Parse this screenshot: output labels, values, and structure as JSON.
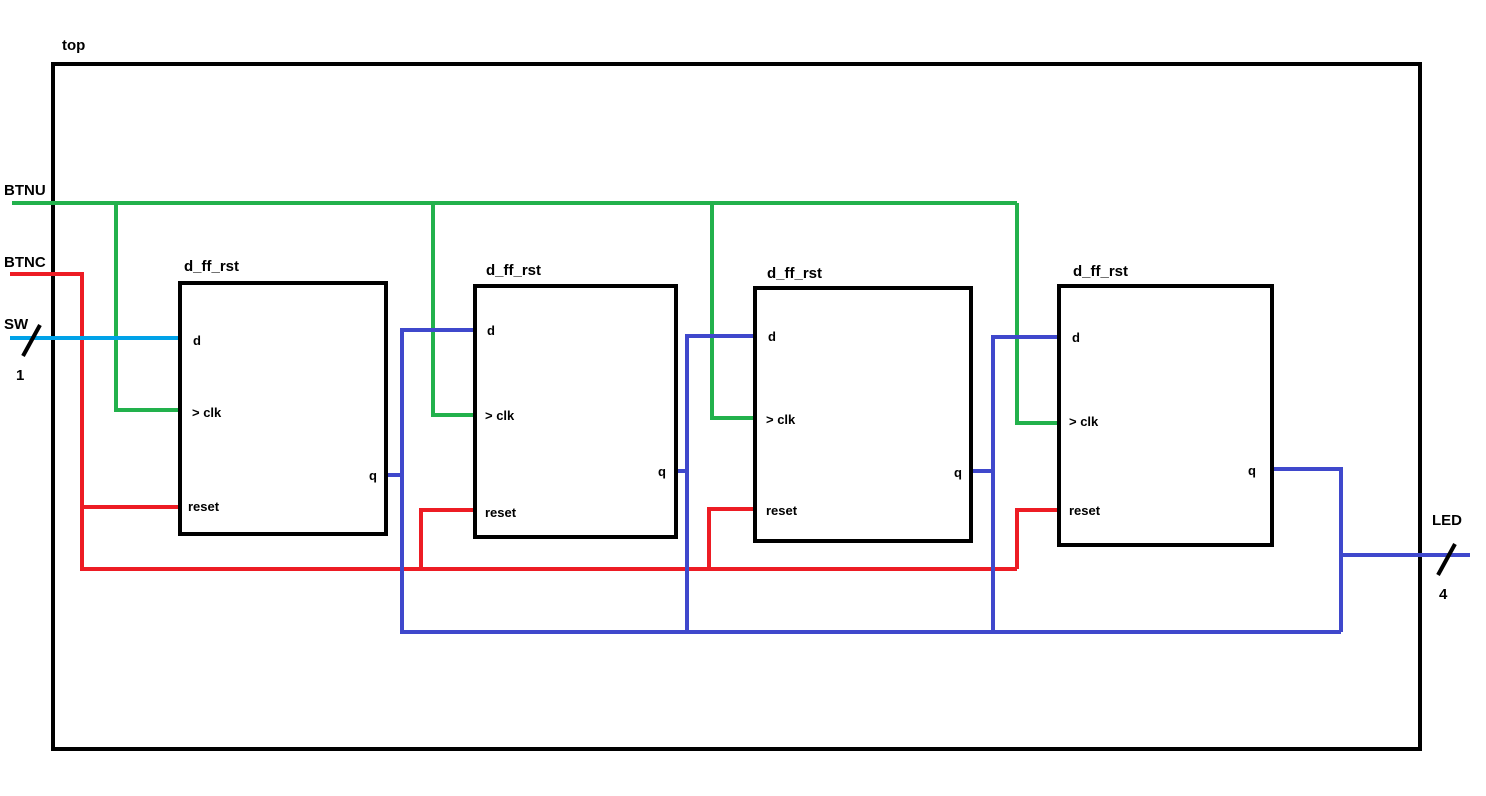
{
  "module": {
    "name": "top"
  },
  "ports": {
    "btnu": "BTNU",
    "btnc": "BTNC",
    "sw": "SW",
    "sw_width": "1",
    "led": "LED",
    "led_width": "4"
  },
  "flip_flops": [
    {
      "name": "d_ff_rst",
      "pin_d": "d",
      "pin_clk": "> clk",
      "pin_reset": "reset",
      "pin_q": "q"
    },
    {
      "name": "d_ff_rst",
      "pin_d": "d",
      "pin_clk": "> clk",
      "pin_reset": "reset",
      "pin_q": "q"
    },
    {
      "name": "d_ff_rst",
      "pin_d": "d",
      "pin_clk": "> clk",
      "pin_reset": "reset",
      "pin_q": "q"
    },
    {
      "name": "d_ff_rst",
      "pin_d": "d",
      "pin_clk": "> clk",
      "pin_reset": "reset",
      "pin_q": "q"
    }
  ],
  "colors": {
    "clock_wire": "#22b14c",
    "reset_wire": "#ed1c24",
    "input_wire": "#00a2e8",
    "data_wire": "#3f48cc",
    "outline": "#000000"
  }
}
